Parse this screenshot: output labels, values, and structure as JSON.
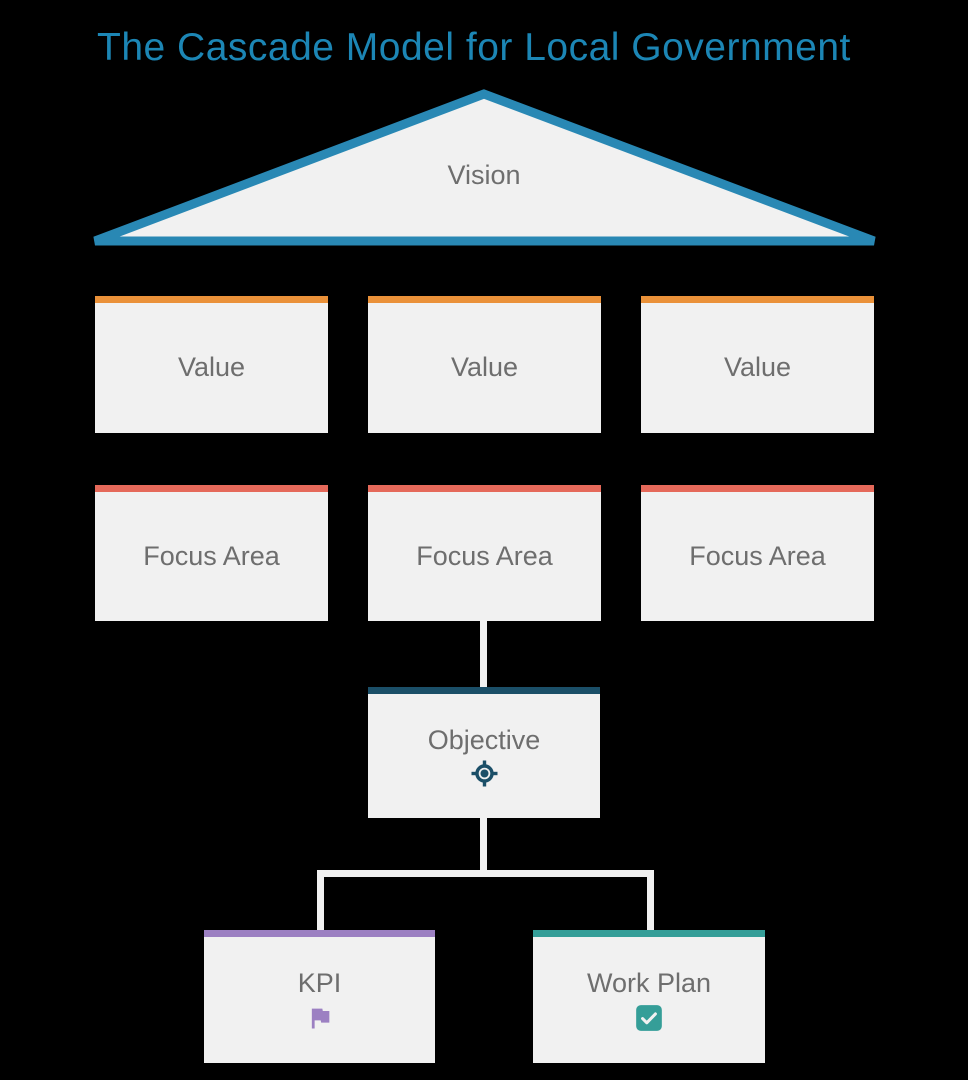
{
  "title": "The Cascade Model for Local Government",
  "pyramid": {
    "label": "Vision"
  },
  "value_boxes": [
    {
      "label": "Value"
    },
    {
      "label": "Value"
    },
    {
      "label": "Value"
    }
  ],
  "focus_boxes": [
    {
      "label": "Focus Area"
    },
    {
      "label": "Focus Area"
    },
    {
      "label": "Focus Area"
    }
  ],
  "objective": {
    "label": "Objective",
    "icon": "target-icon"
  },
  "kpi": {
    "label": "KPI",
    "icon": "flag-icon"
  },
  "work_plan": {
    "label": "Work Plan",
    "icon": "checkbox-icon"
  },
  "colors": {
    "background": "#000000",
    "title_text": "#1c86b5",
    "box_fill": "#f1f1f1",
    "box_text": "#6e6e6e",
    "pyramid_border": "#2988b4",
    "value_accent": "#ea9139",
    "focus_accent": "#e5695a",
    "objective_accent": "#1b4f68",
    "kpi_accent": "#9c80c2",
    "work_plan_accent": "#359e98",
    "connector": "#f1f1f1"
  }
}
